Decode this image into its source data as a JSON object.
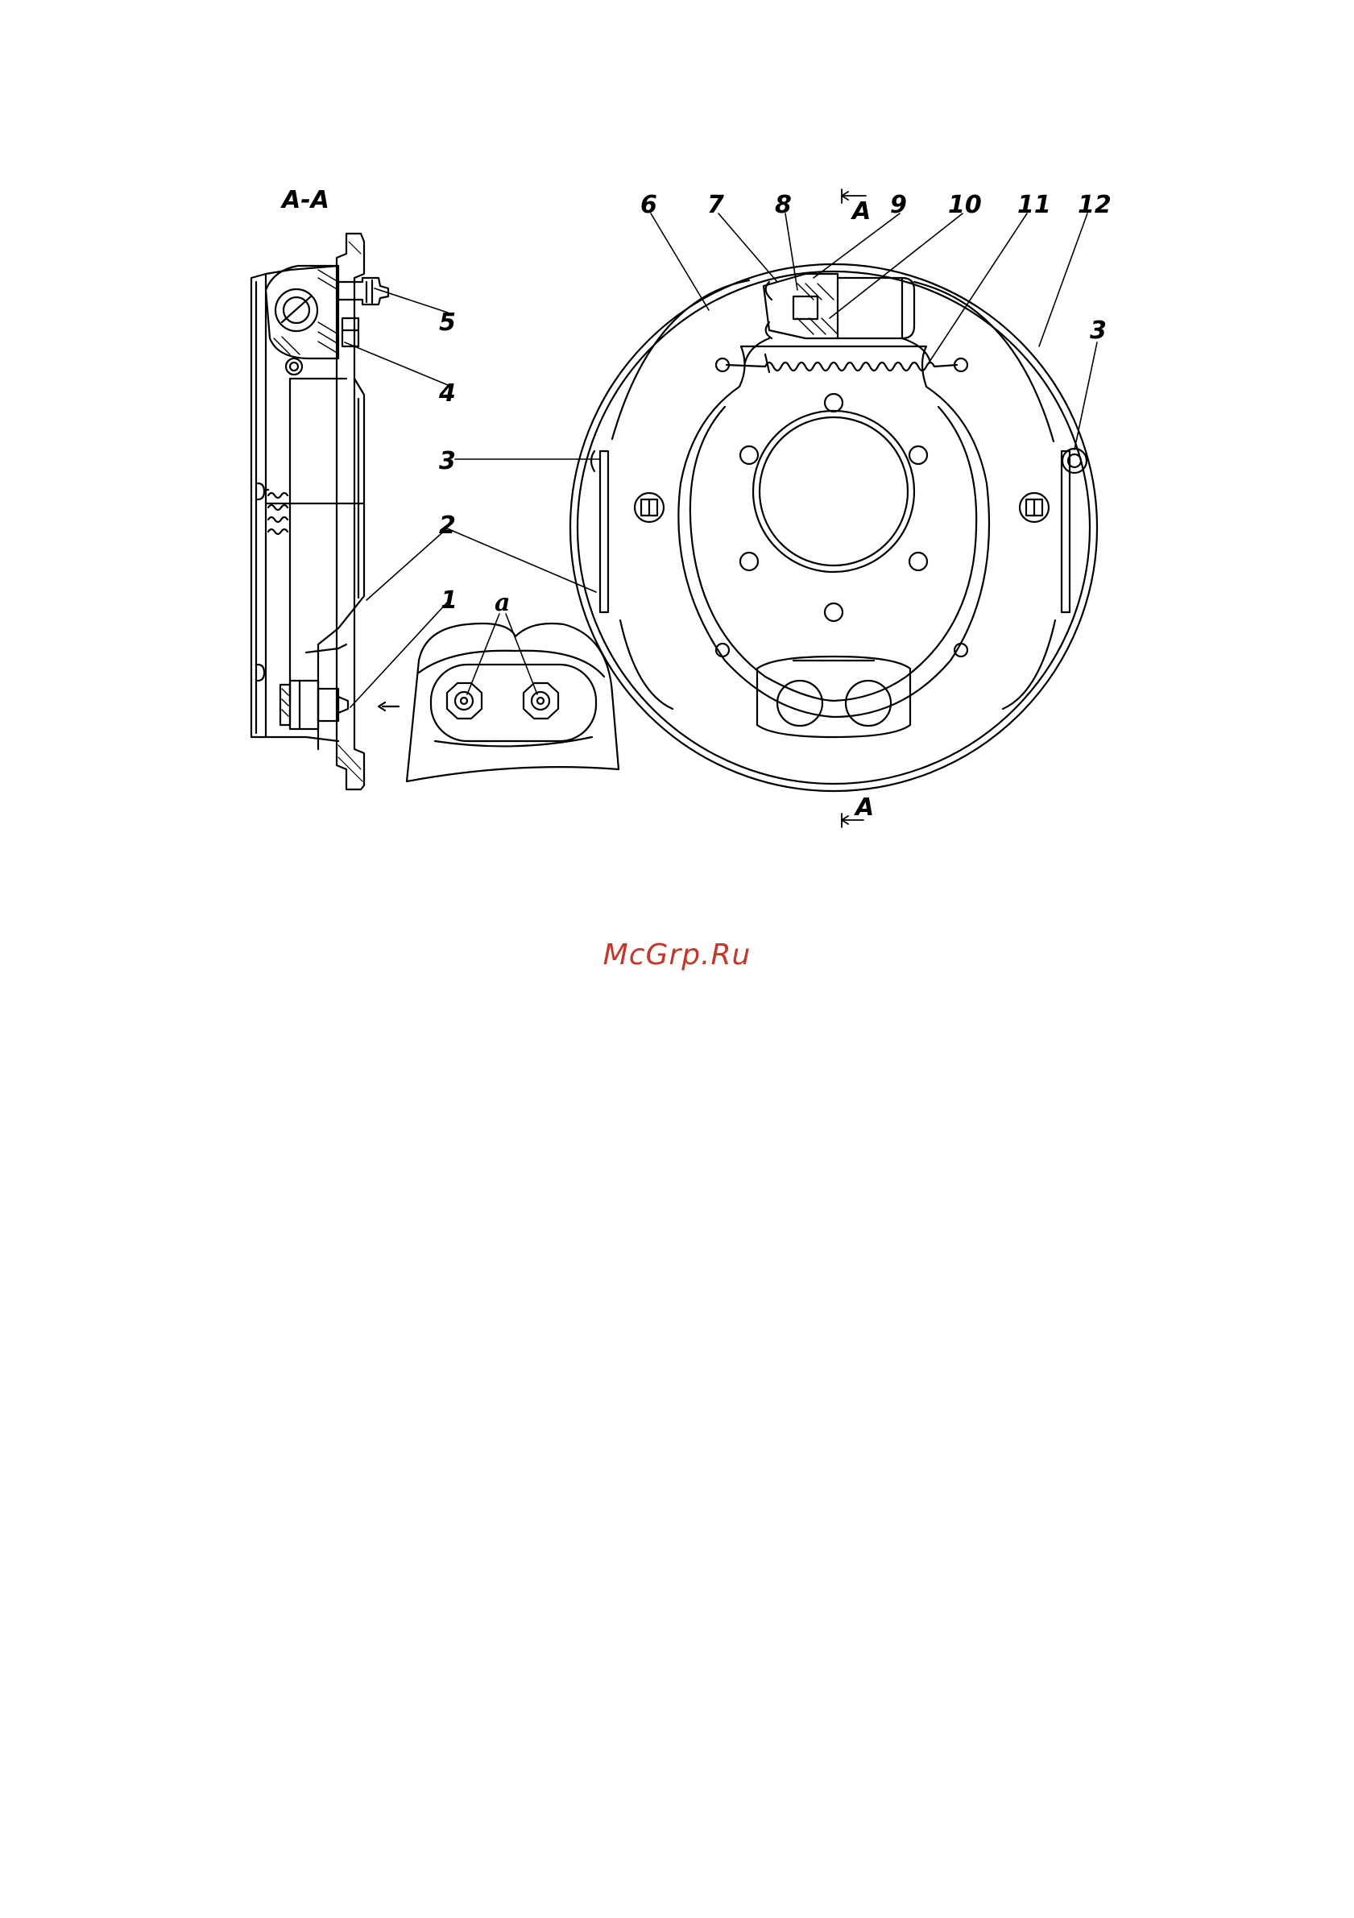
{
  "section_title": "A-A",
  "section_mark_top": "A",
  "section_mark_bottom": "A",
  "callouts": [
    "1",
    "2",
    "3",
    "3",
    "4",
    "5",
    "6",
    "7",
    "8",
    "9",
    "10",
    "11",
    "12"
  ],
  "inset_label": "a",
  "watermark": "McGrp.Ru",
  "colors": {
    "line": "#000000",
    "watermark": "#c0392b"
  }
}
